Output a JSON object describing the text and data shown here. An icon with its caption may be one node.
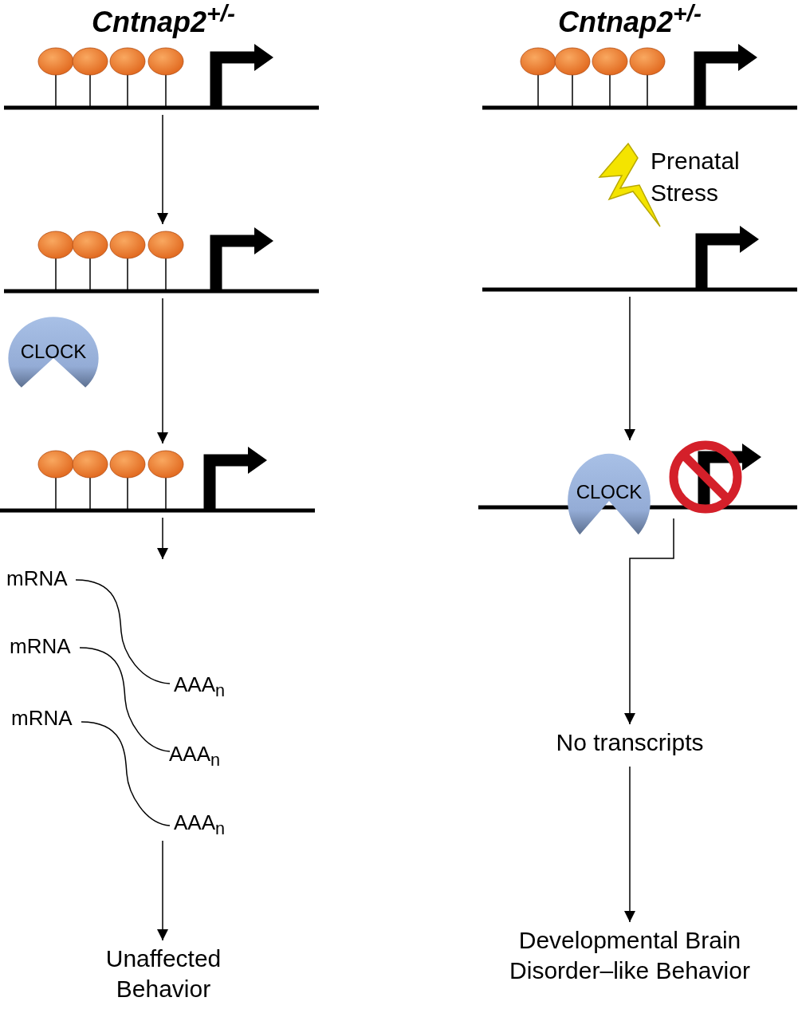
{
  "diagram": {
    "nodes": [
      {
        "text": [],
        "shape": "picture"
      },
      {
        "text": [],
        "shape": "picture"
      },
      {
        "text": [],
        "shape": "picture"
      },
      {
        "text": [
          "Prenatal Stress"
        ]
      },
      {
        "text": [],
        "shape": "picture"
      },
      {
        "text": [
          "CLOCK"
        ]
      },
      {
        "text": [],
        "shape": "picture"
      },
      {
        "text": [],
        "shape": "picture"
      },
      {
        "text": [
          "CLOCK"
        ]
      },
      {
        "text": [
          "mRNA",
          "AAA$_{n}$",
          "mRNA",
          "AAA$_{n}$",
          "mRNA",
          "AAA$_{n}$"
        ]
      },
      {
        "text": [
          "No transcripts"
        ]
      },
      {
        "text": [
          "Unaffected Behavior"
        ]
      },
      {
        "text": [
          "Developmental Brain Disorder–like Behavior"
        ]
      }
    ],
    "edges": [
      {
        "from": 0,
        "to": 2,
        "arrow": "to"
      },
      {
        "from": 2,
        "to": 6,
        "arrow": "to"
      },
      {
        "from": 6,
        "to": 9,
        "arrow": "to"
      },
      {
        "from": 9,
        "to": 11,
        "arrow": "to"
      },
      {
        "from": 4,
        "to": 7,
        "arrow": "to"
      },
      {
        "from": 7,
        "to": 10,
        "arrow": "to"
      },
      {
        "from": 10,
        "to": 12,
        "arrow": "to"
      }
    ],
    "labels": [
      "Cntnap2$^{+/-}$",
      "Cntnap2$^{+/-}$"
    ]
  }
}
